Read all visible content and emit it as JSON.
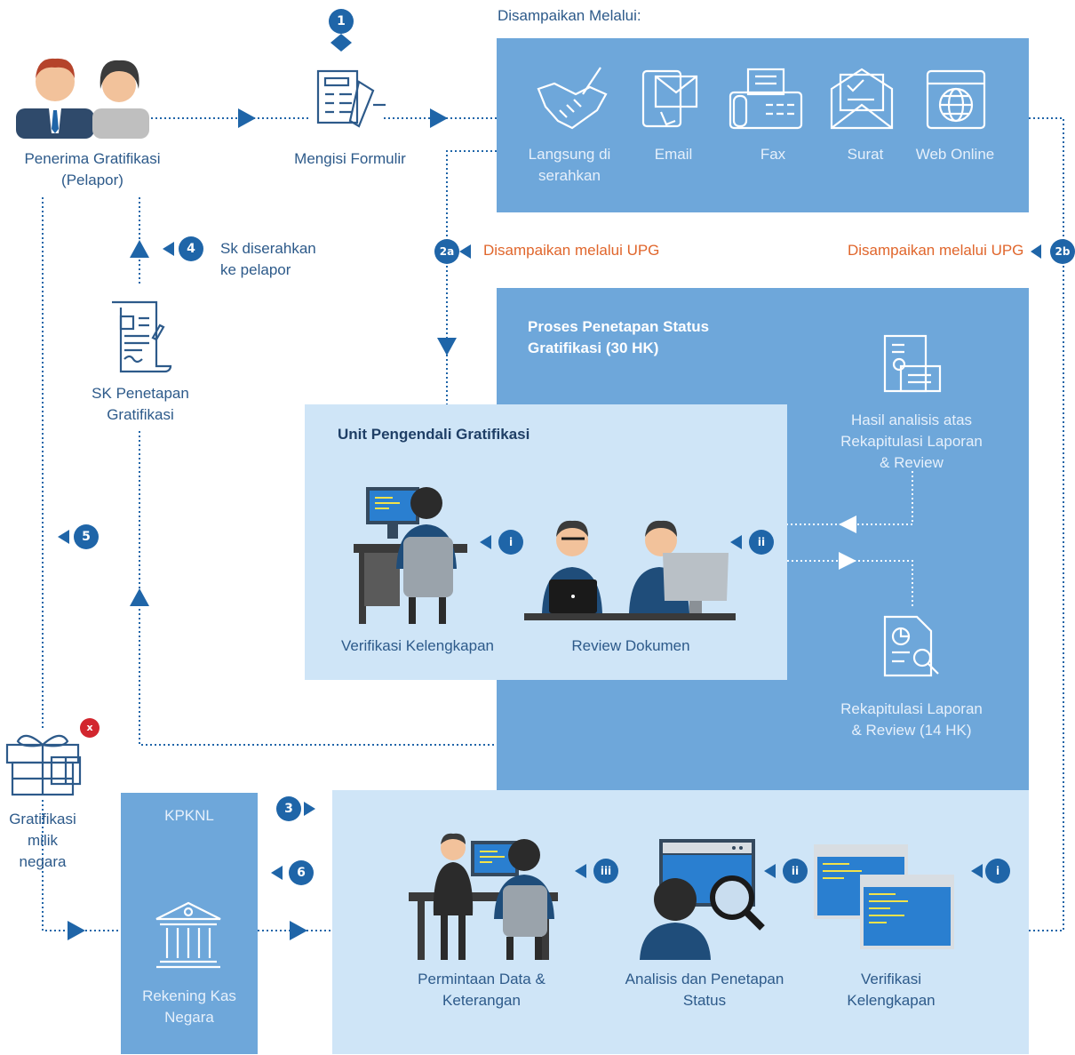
{
  "header": {
    "disampaikan_melalui": "Disampaikan Melalui:"
  },
  "actors": {
    "penerima_line1": "Penerima Gratifikasi",
    "penerima_line2": "(Pelapor)",
    "mengisi_formulir": "Mengisi Formulir"
  },
  "channels": [
    {
      "line1": "Langsung di",
      "line2": "serahkan",
      "icon": "handshake-icon"
    },
    {
      "line1": "Email",
      "line2": "",
      "icon": "email-icon"
    },
    {
      "line1": "Fax",
      "line2": "",
      "icon": "fax-icon"
    },
    {
      "line1": "Surat",
      "line2": "",
      "icon": "letter-icon"
    },
    {
      "line1": "Web Online",
      "line2": "",
      "icon": "globe-icon"
    }
  ],
  "upg": {
    "label_a": "Disampaikan melalui UPG",
    "label_b": "Disampaikan melalui UPG"
  },
  "steps": {
    "s1": "1",
    "s2a": "2a",
    "s2b": "2b",
    "s3": "3",
    "s4": "4",
    "s5": "5",
    "s6": "6",
    "ri": "i",
    "rii": "ii",
    "riii": "iii",
    "x": "x"
  },
  "sk": {
    "diserahkan_line1": "Sk diserahkan",
    "diserahkan_line2": "ke pelapor",
    "penetapan_line1": "SK Penetapan",
    "penetapan_line2": "Gratifikasi"
  },
  "proses": {
    "title_line1": "Proses Penetapan Status",
    "title_line2": "Gratifikasi (30 HK)",
    "hasil_line1": "Hasil analisis atas",
    "hasil_line2": "Rekapitulasi Laporan",
    "hasil_line3": "& Review",
    "rekap_line1": "Rekapitulasi Laporan",
    "rekap_line2": "& Review (14 HK)"
  },
  "upg_box": {
    "title": "Unit Pengendali Gratifikasi",
    "verifikasi": "Verifikasi Kelengkapan",
    "review": "Review Dokumen"
  },
  "gratifikasi_negara": {
    "line1": "Gratifikasi",
    "line2": "milik",
    "line3": "negara"
  },
  "kpknl": {
    "title": "KPKNL",
    "line1": "Rekening Kas",
    "line2": "Negara"
  },
  "bottom": {
    "permintaan_line1": "Permintaan Data &",
    "permintaan_line2": "Keterangan",
    "analisis_line1": "Analisis dan Penetapan",
    "analisis_line2": "Status",
    "verifikasi_line1": "Verifikasi",
    "verifikasi_line2": "Kelengkapan"
  },
  "colors": {
    "dark_blue": "#1f65a8",
    "mid_blue": "#6ea7da",
    "light_blue": "#cfe5f7",
    "text_blue": "#2d5a8a",
    "orange": "#e0662c"
  }
}
